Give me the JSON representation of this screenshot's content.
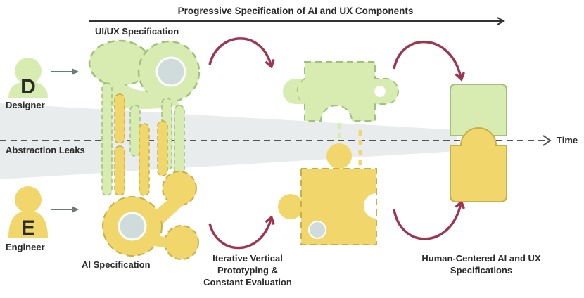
{
  "title": "Progressive Specification of AI and UX Components",
  "labels": {
    "uiux_spec": "UI/UX Specification",
    "ai_spec": "AI Specification",
    "designer": "Designer",
    "engineer": "Engineer",
    "abstraction_leaks": "Abstraction Leaks",
    "time": "Time",
    "iterative_line1": "Iterative Vertical",
    "iterative_line2": "Prototyping &",
    "iterative_line3": "Constant Evaluation",
    "human_line1": "Human-Centered AI and UX",
    "human_line2": "Specifications"
  },
  "avatars": {
    "designer_letter": "D",
    "engineer_letter": "E"
  },
  "colors": {
    "green_fill": "#d8ebb0",
    "green_stroke": "#9ec27a",
    "yellow_fill": "#f1d76b",
    "yellow_stroke": "#c9ae49",
    "arrow_red": "#9c3550",
    "leak_gray": "#e9ecec",
    "text_dark": "#2b2b2b"
  }
}
